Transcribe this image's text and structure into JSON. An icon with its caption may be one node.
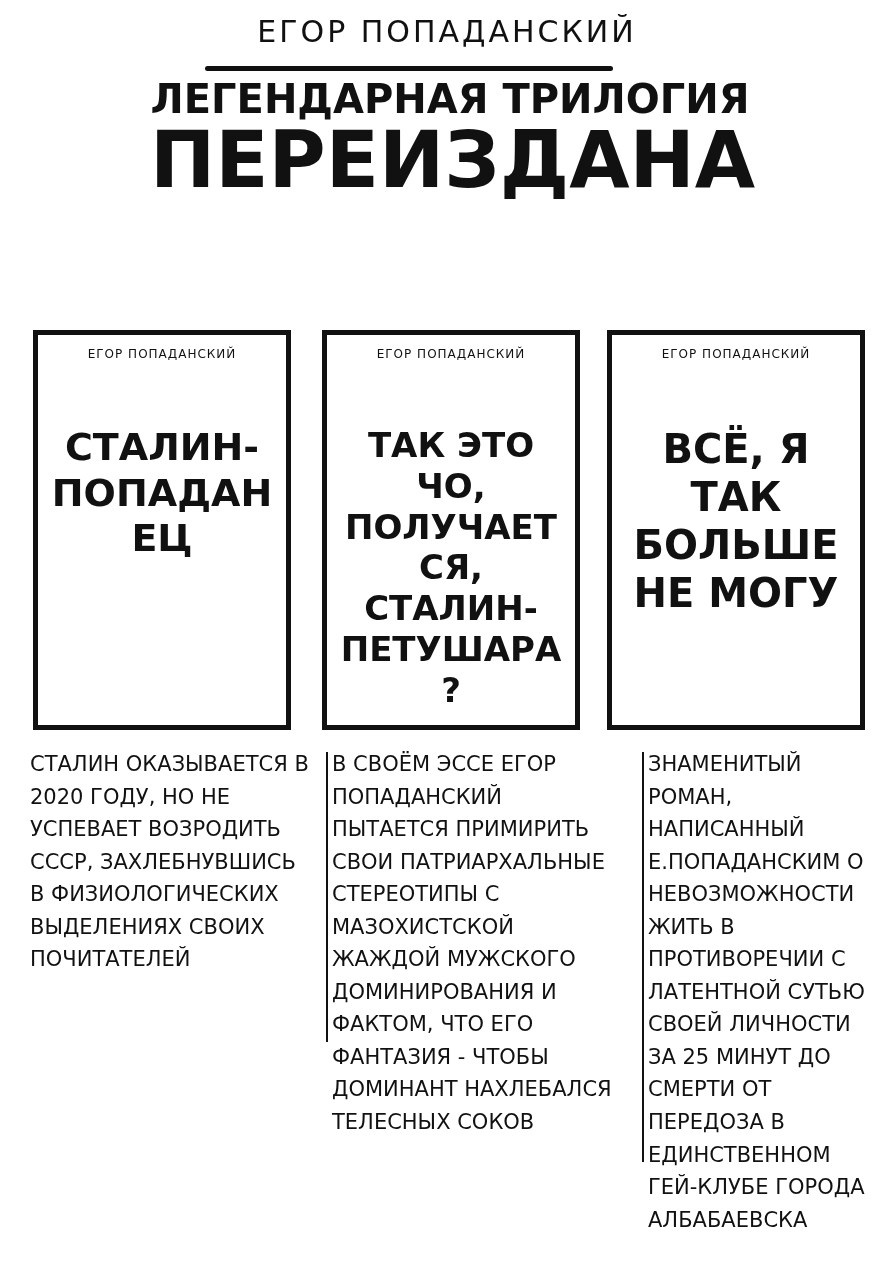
{
  "diagram": {
    "title": "ЛЕГЕНДАРНАЯ ТРИЛОГИЯ ПЕРЕИЗДАНА",
    "nodes": [
      {
        "text": [
          "ЕГОР ПОПАДАНСКИЙ",
          "СТАЛИН-ПОПАДАНЕЦ"
        ],
        "beside": [
          "СТАЛИН ОКАЗЫВАЕТСЯ В 2020 ГОДУ, НО НЕ УСПЕВАЕТ ВОЗРОДИТЬ СССР, ЗАХЛЕБНУВШИСЬ В ФИЗИОЛОГИЧЕСКИХ ВЫДЕЛЕНИЯХ СВОИХ ПОЧИТАТЕЛЕЙ"
        ]
      },
      {
        "text": [
          "ЕГОР ПОПАДАНСКИЙ",
          "ТАК ЭТО ЧО, ПОЛУЧАЕТСЯ, СТАЛИН-ПЕТУШАРА?"
        ],
        "beside": [
          "В СВОЁМ ЭССЕ ЕГОР ПОПАДАНСКИЙ ПЫТАЕТСЯ ПРИМИРИТЬ СВОИ ПАТРИАРХАЛЬНЫЕ СТЕРЕОТИПЫ С МАЗОХИСТСКОЙ ЖАЖДОЙ МУЖСКОГО ДОМИНИРОВАНИЯ И ФАКТОМ, ЧТО ЕГО ФАНТАЗИЯ - ЧТОБЫ ДОМИНАНТ НАХЛЕБАЛСЯ ТЕЛЕСНЫХ СОКОВ"
        ]
      },
      {
        "text": [
          "ЕГОР ПОПАДАНСКИЙ",
          "ВСЁ, Я ТАК БОЛЬШЕ НЕ МОГУ"
        ],
        "beside": [
          "ЗНАМЕНИТЫЙ РОМАН, НАПИСАННЫЙ Е.ПОПАДАНСКИМ О НЕВОЗМОЖНОСТИ ЖИТЬ В ПРОТИВОРЕЧИИ С ЛАТЕНТНОЙ СУТЬЮ СВОЕЙ ЛИЧНОСТИ ЗА 25 МИНУТ ДО СМЕРТИ ОТ ПЕРЕДОЗА В ЕДИНСТВЕННОМ ГЕЙ-КЛУБЕ ГОРОДА АЛБАБАЕВСКА"
        ]
      }
    ],
    "labels": [
      "ЕГОР ПОПАДАНСКИЙ"
    ]
  }
}
